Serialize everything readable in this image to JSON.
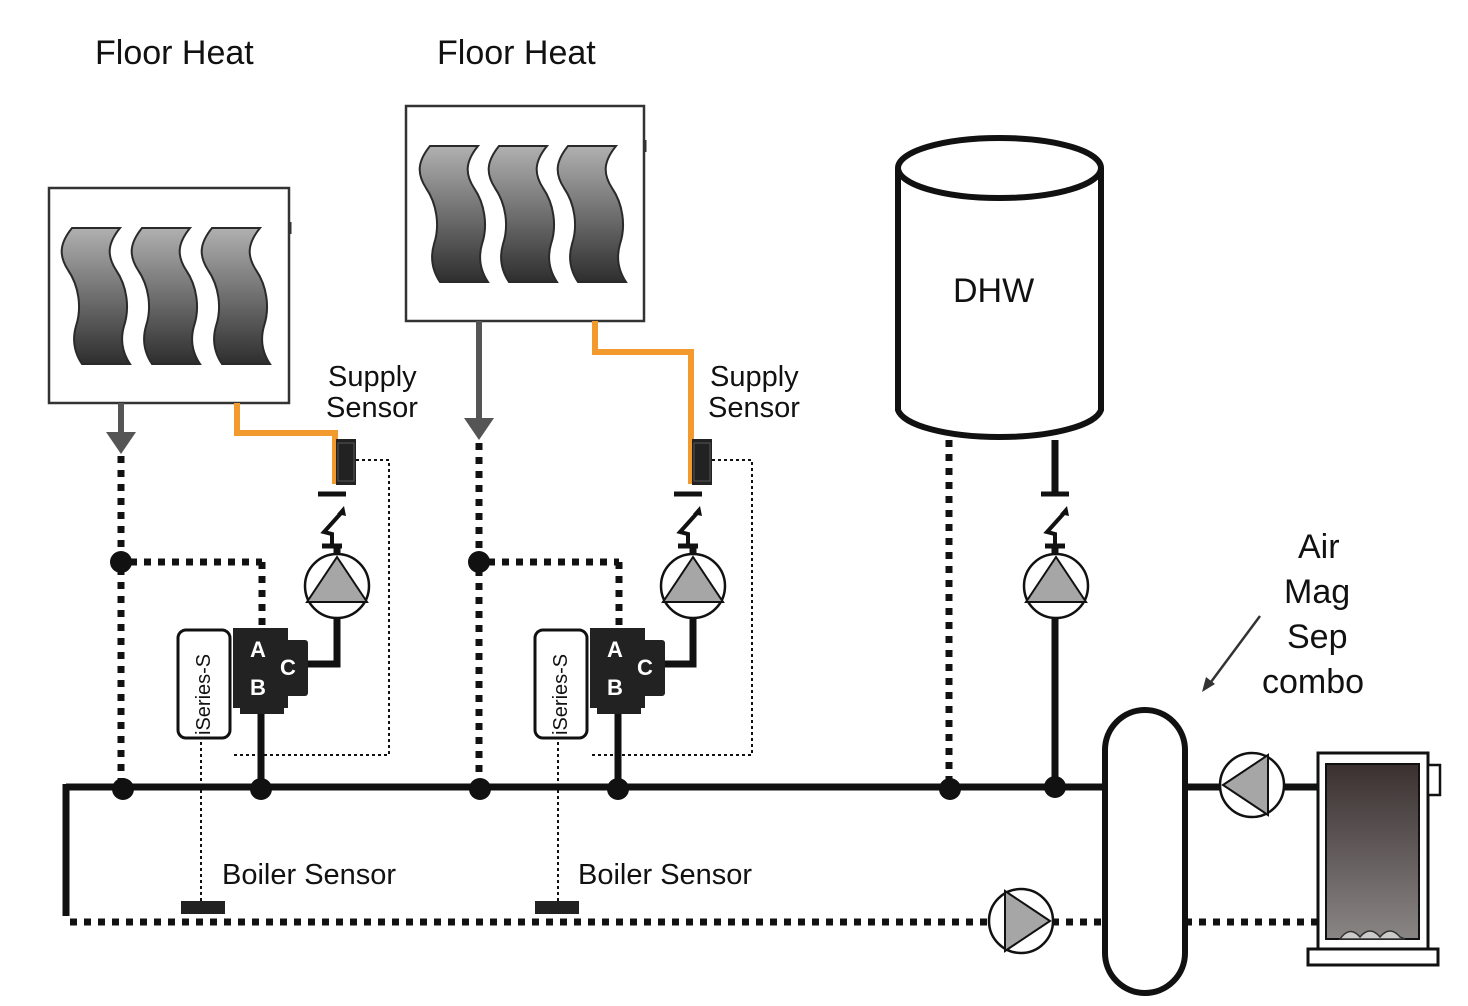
{
  "labels": {
    "floor_heat_1": "Floor Heat",
    "floor_heat_2": "Floor Heat",
    "supply_sensor_1_line1": "Supply",
    "supply_sensor_1_line2": "Sensor",
    "supply_sensor_2_line1": "Supply",
    "supply_sensor_2_line2": "Sensor",
    "dhw": "DHW",
    "air_mag_sep_line1": "Air",
    "air_mag_sep_line2": "Mag",
    "air_mag_sep_line3": "Sep",
    "air_mag_sep_line4": "combo",
    "boiler_sensor_1": "Boiler Sensor",
    "boiler_sensor_2": "Boiler Sensor",
    "iseries_1": "iSeries-S",
    "iseries_2": "iSeries-S"
  },
  "valve_ports": {
    "a": "A",
    "b": "B",
    "c": "C"
  },
  "colors": {
    "sensor_wire": "#f29a2e",
    "pipe": "#111111",
    "pump_fill": "#a6a6a6"
  },
  "icons": [
    "radiant-panel-icon",
    "circulator-pump-icon",
    "check-valve-icon",
    "mixing-valve-icon",
    "tank-icon",
    "air-separator-icon",
    "boiler-icon",
    "sensor-icon"
  ]
}
